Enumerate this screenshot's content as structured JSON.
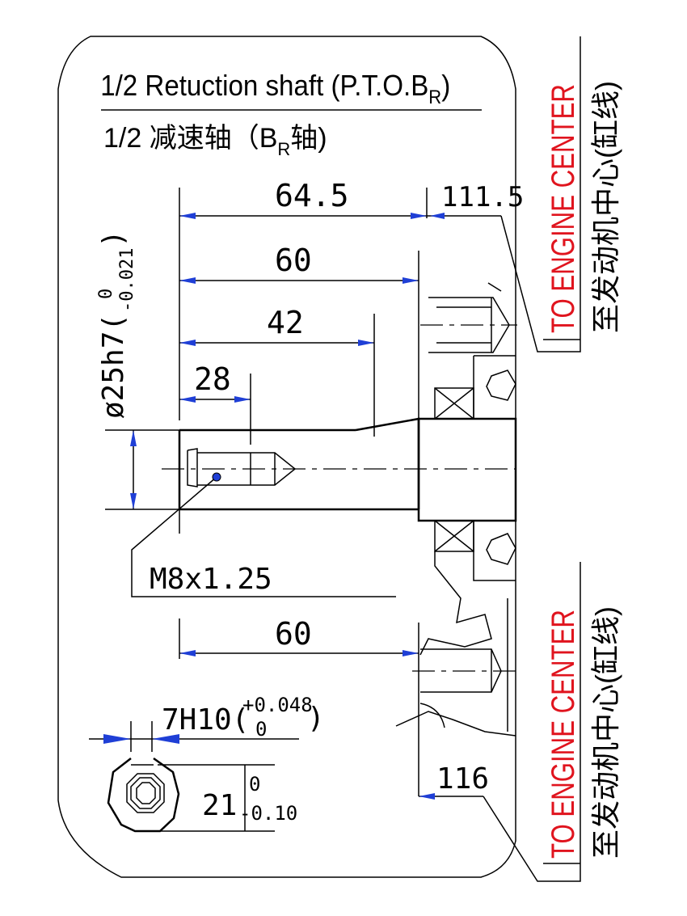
{
  "title": {
    "english_prefix": "1/2 Retuction  shaft (P.T.O.B",
    "english_sub": "R",
    "english_suffix": ")",
    "chinese_prefix": "1/2  减速轴（B",
    "chinese_sub": "R",
    "chinese_suffix": "轴)"
  },
  "dimensions": {
    "d64_5": "64.5",
    "d111_5": "111.5",
    "d60_top": "60",
    "d42": "42",
    "d28": "28",
    "shaft_dia": "ø25h7(",
    "shaft_dia_upper": "0",
    "shaft_dia_lower": "-0.021",
    "shaft_dia_close": ")",
    "thread": "M8x1.25",
    "d60_bottom": "60",
    "keyway": "7H10(",
    "keyway_upper": "+0.048",
    "keyway_lower": "0",
    "keyway_close": ")",
    "across_flats": "21",
    "across_flats_upper": "0",
    "across_flats_lower": "-0.10",
    "d116": "116"
  },
  "notes": {
    "engine_center_en_1": "TO ENGINE CENTER",
    "engine_center_cn_1": "至发动机中心(缸线)",
    "engine_center_en_2": "TO ENGINE CENTER",
    "engine_center_cn_2": "至发动机中心(缸线)"
  },
  "colors": {
    "arrow": "#1f3fd6",
    "note_red": "#e0141e"
  }
}
